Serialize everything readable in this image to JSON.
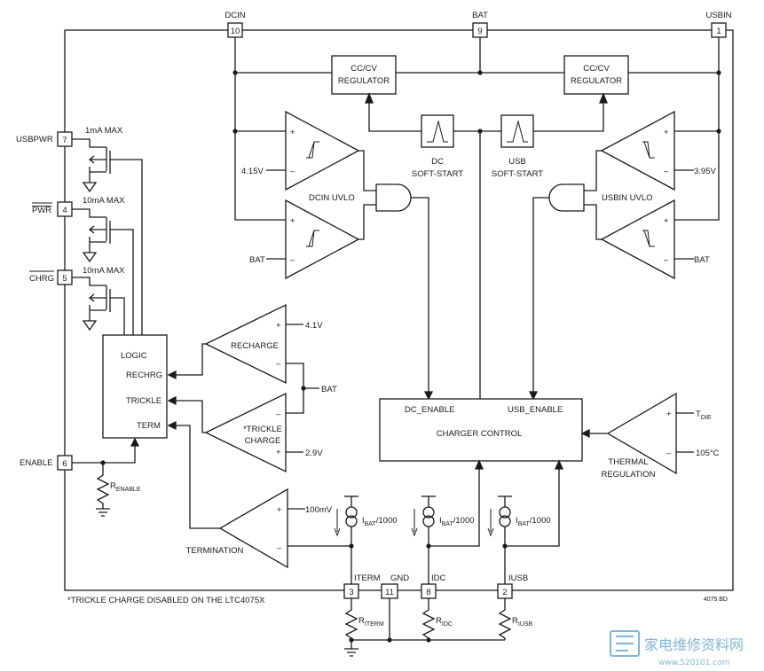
{
  "pins": {
    "dcin": {
      "label": "DCIN",
      "num": "10"
    },
    "bat": {
      "label": "BAT",
      "num": "9"
    },
    "usbin": {
      "label": "USBIN",
      "num": "1"
    },
    "usbpwr": {
      "label": "USBPWR",
      "num": "7"
    },
    "pwr": {
      "label": "PWR",
      "num": "4"
    },
    "chrg": {
      "label": "CHRG",
      "num": "5"
    },
    "enable": {
      "label": "ENABLE",
      "num": "6"
    },
    "iterm": {
      "label": "ITERM",
      "num": "3"
    },
    "gnd": {
      "label": "GND",
      "num": "11"
    },
    "idc": {
      "label": "IDC",
      "num": "8"
    },
    "iusb": {
      "label": "IUSB",
      "num": "2"
    }
  },
  "blocks": {
    "cccv_left": [
      "CC/CV",
      "REGULATOR"
    ],
    "cccv_right": [
      "CC/CV",
      "REGULATOR"
    ],
    "dc_softstart": [
      "DC",
      "SOFT-START"
    ],
    "usb_softstart": [
      "USB",
      "SOFT-START"
    ],
    "logic": {
      "title": "LOGIC",
      "rechrg": "RECHRG",
      "trickle": "TRICKLE",
      "term": "TERM"
    },
    "charger_control": {
      "title": "CHARGER CONTROL",
      "dc_enable": "DC_ENABLE",
      "usb_enable": "USB_ENABLE"
    }
  },
  "comparators": {
    "dcin_uvlo": "DCIN UVLO",
    "usbin_uvlo": "USBIN UVLO",
    "recharge": "RECHARGE",
    "trickle": [
      "*TRICKLE",
      "CHARGE"
    ],
    "termination": "TERMINATION",
    "thermal": [
      "THERMAL",
      "REGULATION"
    ]
  },
  "labels": {
    "v415": "4.15V",
    "v395": "3.95V",
    "bat_dc": "BAT",
    "bat_usb": "BAT",
    "v41": "4.1V",
    "v29": "2.9V",
    "bat_mid": "BAT",
    "mv100": "100mV",
    "tdie": "T",
    "tdie_sub": "DIE",
    "c105": "105°C",
    "i1mA": "1mA MAX",
    "i10mA_a": "10mA MAX",
    "i10mA_b": "10mA MAX",
    "ibat": "I",
    "ibat_sub": "BAT",
    "ibat_div": "/1000",
    "plus": "+",
    "minus": "–"
  },
  "resistors": {
    "renable": {
      "main": "R",
      "sub": "ENABLE"
    },
    "riterm": {
      "main": "R",
      "sub": "ITERM"
    },
    "ridc": {
      "main": "R",
      "sub": "IDC"
    },
    "riusb": {
      "main": "R",
      "sub": "IUSB"
    }
  },
  "footnote": "*TRICKLE CHARGE DISABLED ON THE LTC4075X",
  "figure_code": "4075 BD",
  "watermark": {
    "text": "家电维修资料网",
    "url": "www.520101.com"
  }
}
